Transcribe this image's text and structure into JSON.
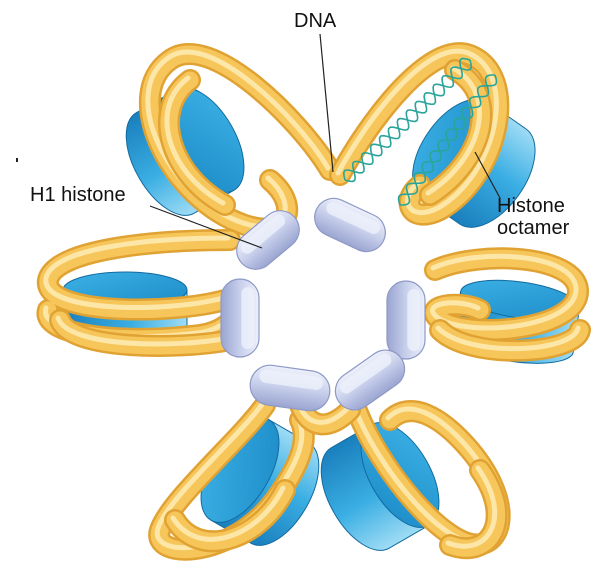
{
  "labels": {
    "dna": "DNA",
    "h1_histone": "H1 histone",
    "histone_octamer_line1": "Histone",
    "histone_octamer_line2": "octamer"
  },
  "colors": {
    "dna_fill": "#f7c65a",
    "dna_highlight": "#fde7a8",
    "dna_edge": "#e0a232",
    "octamer_dark": "#1a86c4",
    "octamer_light": "#7fd0f2",
    "octamer_top": "#2aa3dd",
    "h1_fill": "#c3cbe9",
    "h1_highlight": "#eef1fb",
    "h1_edge": "#8e99c6",
    "helix": "#2aa59a",
    "leader": "#222222"
  }
}
